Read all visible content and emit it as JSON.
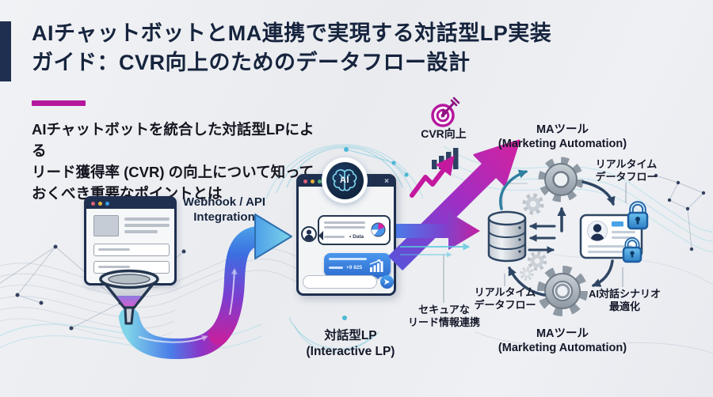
{
  "header": {
    "title_line1": "AIチャットボットとMA連携で実現する対話型LP実装",
    "title_line2": "ガイド：CVR向上のためのデータフロー設計"
  },
  "intro": {
    "line1": "AIチャットボットを統合した対話型LPによる",
    "line2": "リード獲得率 (CVR) の向上について知って",
    "line3": "おくべき重要なポイントとは"
  },
  "flow_labels": {
    "webhook_line1": "Webhook / API",
    "webhook_line2": "Integration",
    "cvr": "CVR向上",
    "lp_ja": "対話型LP",
    "lp_en": "(Interactive LP)",
    "secure_line1": "セキュアな",
    "secure_line2": "リード情報連携",
    "ma_ja": "MAツール",
    "ma_en": "(Marketing Automation)",
    "realtime_line1": "リアルタイム",
    "realtime_line2": "データフロー",
    "scenario_line1": "AI対話シナリオ",
    "scenario_line2": "最適化"
  },
  "chat_window": {
    "ai_label": "AI",
    "close_glyph": "×",
    "data_label": "• Data",
    "metric_label": "+9 825"
  },
  "icons": {
    "funnel": "lead-filter-funnel",
    "target": "cvr-target-dart",
    "database": "lead-database",
    "gears": "automation-gears",
    "contact_card": "secure-lead-card",
    "locks": "security-locks"
  },
  "colors": {
    "accent_magenta": "#b5179e",
    "navy": "#1e2f4f",
    "blue": "#4a7ce8",
    "cyan": "#7ecfe0",
    "gear_gray": "#9aa4ae",
    "lock_blue": "#4aa3e8"
  }
}
